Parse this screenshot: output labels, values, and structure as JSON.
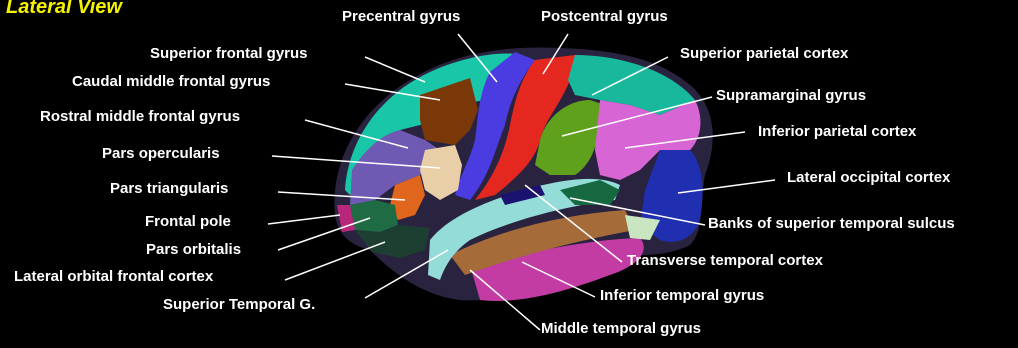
{
  "title": "Lateral View",
  "colors": {
    "title": "#f5f200",
    "label": "#ffffff",
    "leader_line": "#ffffff",
    "background": "#000000",
    "superior_frontal": "#19c6a8",
    "caudal_middle_frontal": "#7a3708",
    "rostral_middle_frontal": "#6e5ab3",
    "pars_opercularis": "#e8cfa8",
    "pars_triangularis": "#e0661e",
    "pars_orbitalis": "#1f6b44",
    "lateral_orbitofrontal": "#1c3f31",
    "frontal_pole": "#b8287a",
    "precentral": "#4a3ce0",
    "postcentral": "#e5281f",
    "superior_parietal": "#18b89c",
    "supramarginal": "#5fa11c",
    "inferior_parietal": "#d766d4",
    "lateral_occipital": "#1f2fb0",
    "banks_sts": "#15683f",
    "transverse_temporal": "#1c1270",
    "superior_temporal": "#94dcd8",
    "middle_temporal": "#a56c3a",
    "inferior_temporal": "#c23ca3",
    "temporal_pole": "#c9e6c0"
  },
  "labels": {
    "precentral": "Precentral gyrus",
    "postcentral": "Postcentral gyrus",
    "superior_frontal": "Superior frontal gyrus",
    "caudal_middle_frontal": "Caudal middle frontal gyrus",
    "rostral_middle_frontal": "Rostral middle frontal gyrus",
    "pars_opercularis": "Pars opercularis",
    "pars_triangularis": "Pars triangularis",
    "frontal_pole": "Frontal pole",
    "pars_orbitalis": "Pars orbitalis",
    "lateral_orbitofrontal": "Lateral orbital frontal cortex",
    "superior_temporal": "Superior Temporal G.",
    "superior_parietal": "Superior parietal cortex",
    "supramarginal": "Supramarginal gyrus",
    "inferior_parietal": "Inferior parietal cortex",
    "lateral_occipital": "Lateral occipital cortex",
    "banks_sts": "Banks of superior temporal sulcus",
    "transverse_temporal": "Transverse temporal cortex",
    "inferior_temporal": "Inferior temporal gyrus",
    "middle_temporal": "Middle temporal gyrus"
  }
}
